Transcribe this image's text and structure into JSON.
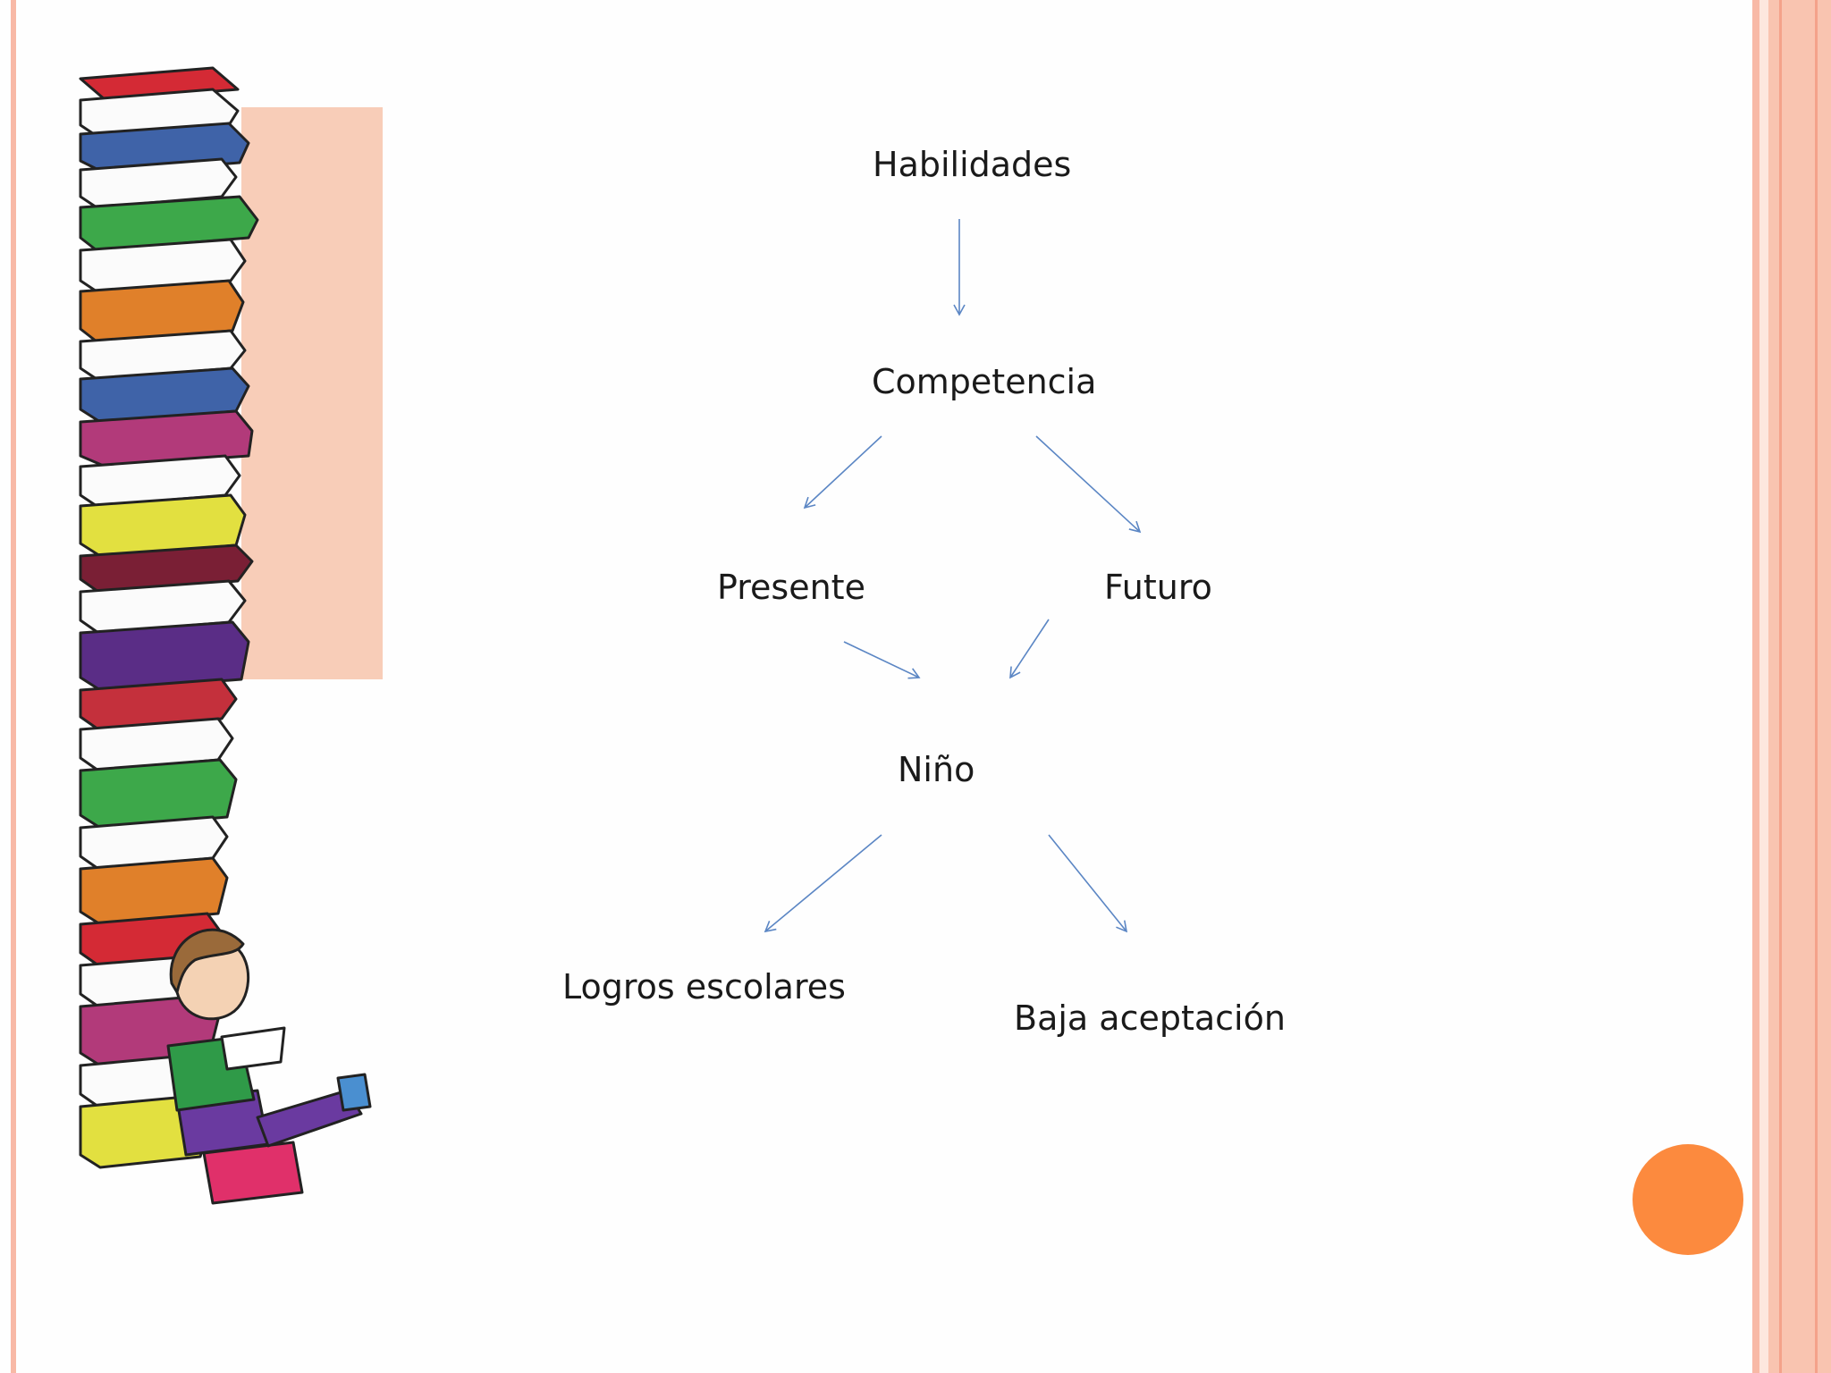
{
  "diagram": {
    "nodes": {
      "habilidades": "Habilidades",
      "competencia": "Competencia",
      "presente": "Presente",
      "futuro": "Futuro",
      "nino": "Niño",
      "logros": "Logros escolares",
      "baja": "Baja aceptación"
    },
    "edges": [
      {
        "from": "Habilidades",
        "to": "Competencia"
      },
      {
        "from": "Competencia",
        "to": "Presente"
      },
      {
        "from": "Competencia",
        "to": "Futuro"
      },
      {
        "from": "Presente",
        "to": "Niño"
      },
      {
        "from": "Futuro",
        "to": "Niño"
      },
      {
        "from": "Niño",
        "to": "Logros escolares"
      },
      {
        "from": "Niño",
        "to": "Baja aceptación"
      }
    ]
  },
  "colors": {
    "arrow": "#5b86c4",
    "border_stripe": "#f8b9a6",
    "accent_panel": "#f8cdb8",
    "slide_dot": "#fc8a3e"
  },
  "icons": {
    "illustration": "stack-of-books-with-reading-child-icon"
  }
}
